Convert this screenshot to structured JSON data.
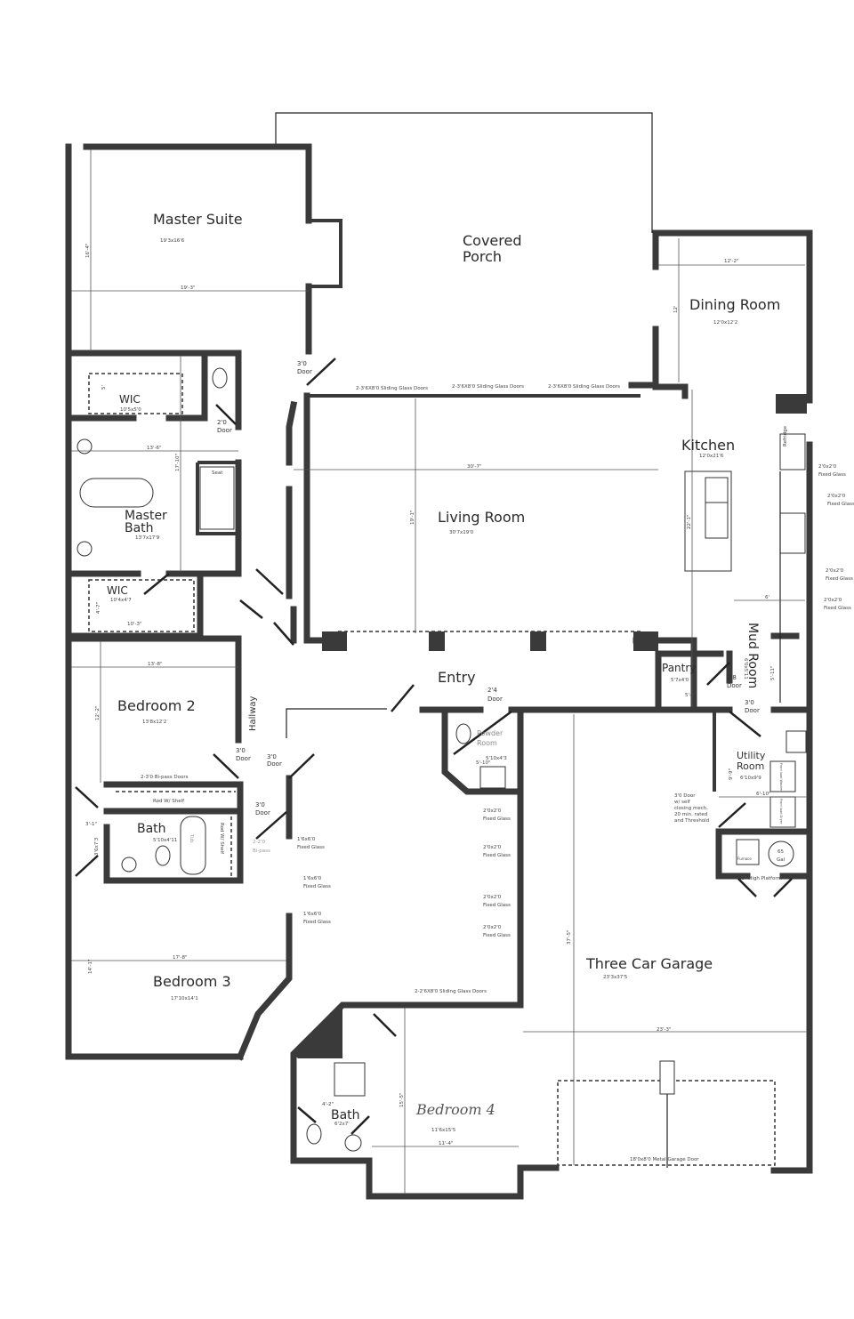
{
  "rooms": {
    "master_suite": {
      "name": "Master Suite",
      "size": "19'3x16'6",
      "dim_w": "19'-3\"",
      "dim_h": "16'-4\""
    },
    "covered_porch": {
      "name_line1": "Covered",
      "name_line2": "Porch"
    },
    "dining_room": {
      "name": "Dining Room",
      "size": "12'0x12'2",
      "dim_w": "12'-2\"",
      "dim_h": "12'"
    },
    "kitchen": {
      "name": "Kitchen",
      "size": "12'0x21'6",
      "dim_h": "22'-1\"",
      "refrigerator": "Refridge"
    },
    "living_room": {
      "name": "Living Room",
      "size": "30'7x19'0",
      "dim_w": "30'-7\"",
      "dim_h": "19'-1\""
    },
    "wic_1": {
      "name": "WIC",
      "size": "10'5x5'0",
      "dim_h": "5'"
    },
    "master_bath": {
      "name_line1": "Master",
      "name_line2": "Bath",
      "size": "13'7x17'9",
      "dim_w": "13'-6\"",
      "dim_h": "17'-10\"",
      "seat": "Seat"
    },
    "wic_2": {
      "name": "WIC",
      "size": "10'4x4'7",
      "dim_w": "10'-3\"",
      "dim_h": "4'-7\""
    },
    "entry": {
      "name": "Entry"
    },
    "pantry": {
      "name": "Pantry",
      "size": "5'7x4'0",
      "dim_w": "5'-7\""
    },
    "mud_room": {
      "name": "Mud Room",
      "size": "6'0x5'11",
      "dim_w": "6'",
      "dim_h": "5'-11\""
    },
    "bedroom_2": {
      "name": "Bedroom 2",
      "size": "13'8x12'2",
      "dim_w": "13'-8\"",
      "dim_h": "12'-2\""
    },
    "hallway": {
      "name": "Hallway"
    },
    "bath_2": {
      "name": "Bath",
      "size": "5'10x4'11",
      "dim_w": "3'-1\"",
      "dim_h": "3'6x7'3"
    },
    "powder_room": {
      "name_line1": "Powder",
      "name_line2": "Room",
      "size": "5'10x4'3",
      "dim_w": "5'-10\""
    },
    "utility_room": {
      "name_line1": "Utility",
      "name_line2": "Room",
      "size": "6'10x9'9",
      "dim_w": "6'-10\"",
      "dim_h": "9'-9\""
    },
    "bedroom_3": {
      "name": "Bedroom 3",
      "size": "17'10x14'1",
      "dim_w": "17'-8\"",
      "dim_h": "14'-1\""
    },
    "three_car_garage": {
      "name": "Three Car Garage",
      "size": "23'3x37'5",
      "dim_w": "23'-3\"",
      "dim_h": "37'-5\""
    },
    "bedroom_4": {
      "name": "Bedroom 4",
      "size": "11'6x15'5",
      "dim_w": "11'-4\"",
      "dim_h": "15'-5\""
    },
    "bath_4": {
      "name": "Bath",
      "size": "6'2x7'",
      "dim_w": "4'-2\""
    }
  },
  "annotations": {
    "door_3_0": "3'0",
    "door_word": "Door",
    "door_2_0": "2'0",
    "door_2_4": "2'4",
    "door_2_8": "2'8",
    "sliding_doors_porch": "2-3'6X8'0 Sliding Glass Doors",
    "sliding_doors_rear": "2-2'6X8'0 Sliding Glass Doors",
    "fixed_glass_size_2": "2'0x2'0",
    "fixed_glass_size_1_6": "1'6x6'0",
    "fixed_glass_word": "Fixed Glass",
    "bipass_doors": "2-3'0 Bi-pass Doors",
    "bipass_small_1": "2-2'0",
    "bipass_small_2": "Bi-pass",
    "rod_shelf": "Rod W/ Shelf",
    "tub_label": "Tub",
    "garage_door_note": [
      "3'0 Door",
      "w/ self",
      "closing mech.",
      "20 min. rated",
      "and Threshold"
    ],
    "platform": "18\" High Platform",
    "water_heater_1": "65",
    "water_heater_2": "Gal",
    "furnace": "Furnace",
    "washer": "Front load Washer",
    "dryer": "Front load Dryer",
    "garage_door": "18'0x8'0  Metal Garage Door"
  }
}
